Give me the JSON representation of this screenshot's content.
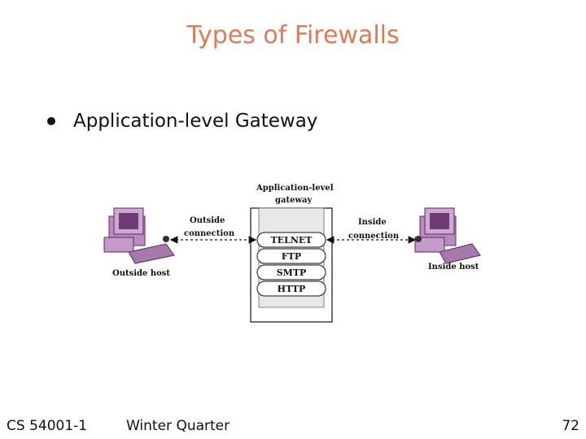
{
  "slide": {
    "title": "Types of Firewalls",
    "bullet": "Application-level Gateway"
  },
  "diagram": {
    "gateway_label_line1": "Application-level",
    "gateway_label_line2": "gateway",
    "outside_label_line1": "Outside",
    "outside_label_line2": "connection",
    "inside_label_line1": "Inside",
    "inside_label_line2": "connection",
    "outside_host": "Outside host",
    "inside_host": "Inside host",
    "protocols": [
      "TELNET",
      "FTP",
      "SMTP",
      "HTTP"
    ]
  },
  "footer": {
    "course": "CS 54001-1",
    "term": "Winter Quarter",
    "page": "72"
  },
  "colors": {
    "title": "#e07a52",
    "computer": "#c8a0cc",
    "computer_dark": "#7a3f84"
  }
}
